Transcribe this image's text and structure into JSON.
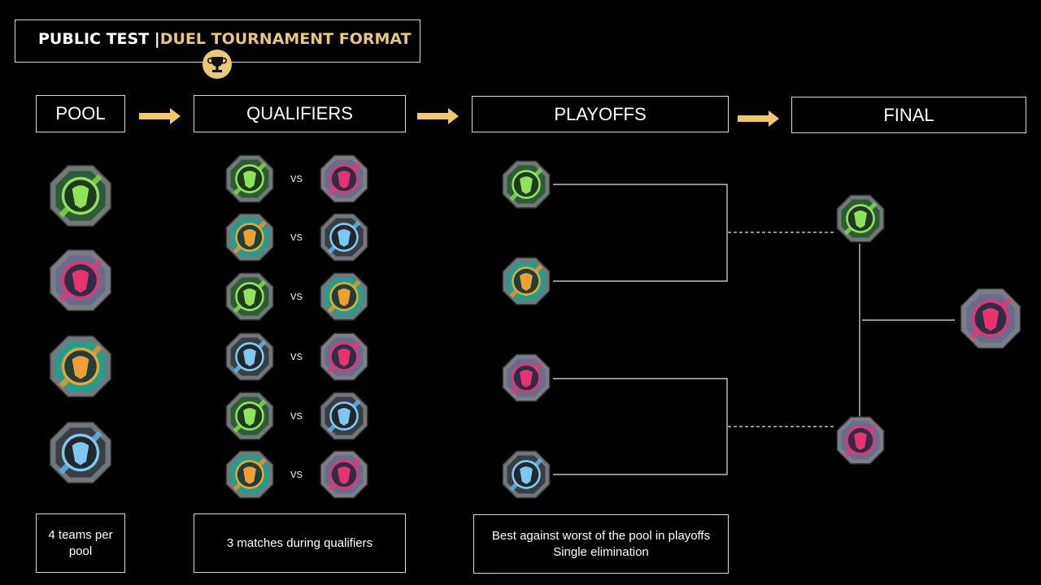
{
  "header": {
    "title_white": "PUBLIC TEST |",
    "title_gold": "DUEL TOURNAMENT FORMAT"
  },
  "stages": {
    "pool": "POOL",
    "qualifiers": "QUALIFIERS",
    "playoffs": "PLAYOFFS",
    "final": "FINAL"
  },
  "notes": {
    "pool": "4 teams per pool",
    "qualifiers": "3 matches during qualifiers",
    "playoffs_line1": "Best against worst of the pool in playoffs",
    "playoffs_line2": "Single elimination"
  },
  "qualifier_matches": [
    {
      "left": "green",
      "vs": "vs",
      "right": "pink"
    },
    {
      "left": "orange",
      "vs": "vs",
      "right": "blue"
    },
    {
      "left": "green",
      "vs": "vs",
      "right": "orange"
    },
    {
      "left": "blue",
      "vs": "vs",
      "right": "pink"
    },
    {
      "left": "green",
      "vs": "vs",
      "right": "blue"
    },
    {
      "left": "orange",
      "vs": "vs",
      "right": "pink"
    }
  ],
  "pool_teams": [
    "green",
    "pink",
    "orange",
    "blue"
  ],
  "playoff_teams": [
    "green",
    "orange",
    "pink",
    "blue"
  ],
  "final_teams": [
    "green",
    "pink"
  ],
  "winner": "pink",
  "colors": {
    "gold": "#e7c77a",
    "border": "#e9d9a8",
    "arrow": "#f0c868"
  }
}
